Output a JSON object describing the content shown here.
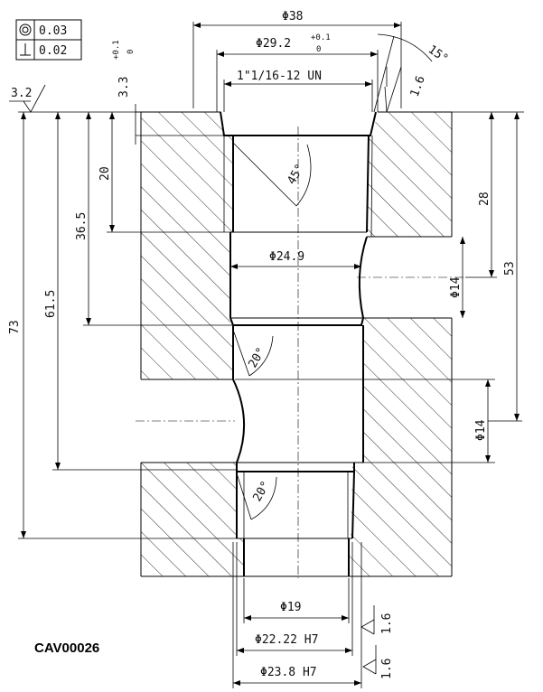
{
  "tolerance_frame": {
    "rows": [
      {
        "symbol": "concentricity-icon",
        "value": "0.03"
      },
      {
        "symbol": "perpendicularity-icon",
        "value": "0.02"
      }
    ]
  },
  "dimensions": {
    "dia_38": "Φ38",
    "dia_29_2": "Φ29.2",
    "dia_29_2_tol_upper": "+0.1",
    "dia_29_2_tol_lower": "0",
    "thread": "1\"1/16-12 UN",
    "depth_3_3": "3.3",
    "depth_3_3_tol_upper": "+0.1",
    "depth_3_3_tol_lower": "0",
    "angle_15": "15°",
    "angle_45": "45°",
    "angle_20_top": "20°",
    "angle_20_bottom": "20°",
    "dia_24_9": "Φ24.9",
    "port_14_right": "Φ14",
    "port_14_left": "Φ14",
    "len_20": "20",
    "len_36_5": "36.5",
    "len_61_5": "61.5",
    "len_73": "73",
    "len_28": "28",
    "len_53": "53",
    "dia_19": "Φ19",
    "dia_22_22": "Φ22.22 H7",
    "dia_23_8": "Φ23.8 H7"
  },
  "surface_finish": {
    "top_left": "3.2",
    "top_right": "1.6",
    "bottom_1": "1.6",
    "bottom_2": "1.6"
  },
  "drawing_id": "CAV00026"
}
